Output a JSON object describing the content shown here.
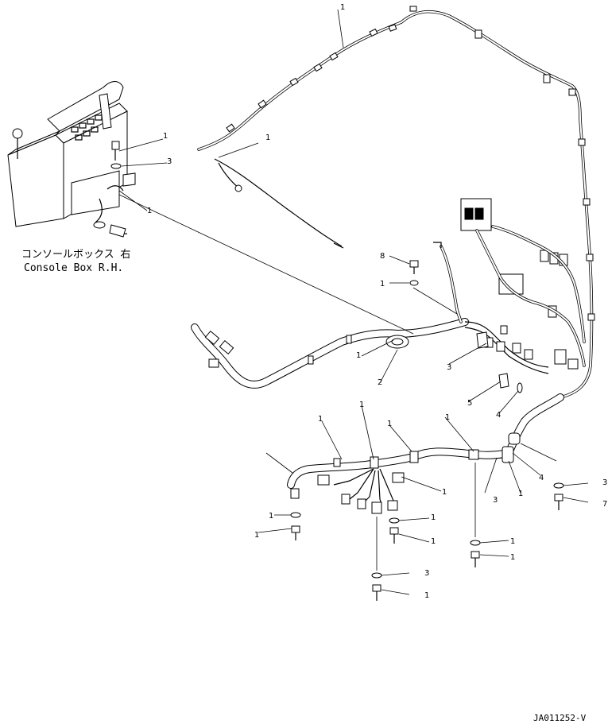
{
  "drawing": {
    "caption_jp": "コンソールボックス 右",
    "caption_en": "Console Box R.H.",
    "drawing_number": "JA011252-V"
  },
  "callouts": [
    {
      "id": "c-roof-harness",
      "label": "1"
    },
    {
      "id": "c-roof-wire",
      "label": "1"
    },
    {
      "id": "c-console-bolt",
      "label": "1"
    },
    {
      "id": "c-console-washer",
      "label": "3"
    },
    {
      "id": "c-console-clamp",
      "label": "1"
    },
    {
      "id": "c-bolt-upper",
      "label": "8"
    },
    {
      "id": "c-washer-upper",
      "label": "1"
    },
    {
      "id": "c-grommet",
      "label": "2"
    },
    {
      "id": "c-harness-main",
      "label": "1"
    },
    {
      "id": "c-clamp-mid",
      "label": "3"
    },
    {
      "id": "c-bolt-right",
      "label": "5"
    },
    {
      "id": "c-washer-right",
      "label": "4"
    },
    {
      "id": "c-clamp-low-1",
      "label": "1"
    },
    {
      "id": "c-clamp-low-2",
      "label": "1"
    },
    {
      "id": "c-clamp-low-3",
      "label": "1"
    },
    {
      "id": "c-clamp-low-4",
      "label": "1"
    },
    {
      "id": "c-connector-low",
      "label": "1"
    },
    {
      "id": "c-washer-low-left",
      "label": "1"
    },
    {
      "id": "c-bolt-low-left",
      "label": "1"
    },
    {
      "id": "c-washer-low-mid",
      "label": "1"
    },
    {
      "id": "c-bolt-low-mid",
      "label": "1"
    },
    {
      "id": "c-washer-bottom",
      "label": "3"
    },
    {
      "id": "c-bolt-bottom",
      "label": "1"
    },
    {
      "id": "c-washer-low-right",
      "label": "1"
    },
    {
      "id": "c-bolt-low-right",
      "label": "1"
    },
    {
      "id": "c-band-1",
      "label": "3"
    },
    {
      "id": "c-band-2",
      "label": "1"
    },
    {
      "id": "c-band-3",
      "label": "4"
    },
    {
      "id": "c-washer-far-right",
      "label": "3"
    },
    {
      "id": "c-bolt-far-right",
      "label": "7"
    }
  ]
}
